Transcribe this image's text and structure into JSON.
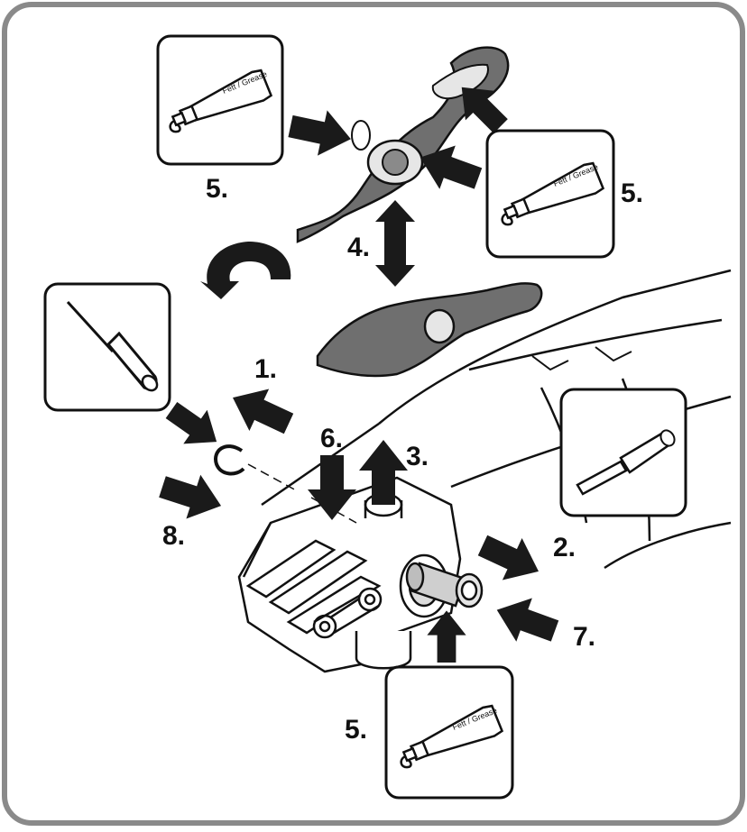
{
  "steps": [
    {
      "id": "step-1",
      "label": "1."
    },
    {
      "id": "step-2",
      "label": "2."
    },
    {
      "id": "step-3",
      "label": "3."
    },
    {
      "id": "step-4",
      "label": "4."
    },
    {
      "id": "step-5-top-left",
      "label": "5."
    },
    {
      "id": "step-5-top-right",
      "label": "5."
    },
    {
      "id": "step-5-bottom",
      "label": "5."
    },
    {
      "id": "step-6",
      "label": "6."
    },
    {
      "id": "step-7",
      "label": "7."
    },
    {
      "id": "step-8",
      "label": "8."
    }
  ],
  "grease_tube_text": "Fett / Grease",
  "colors": {
    "outline": "#111111",
    "arrow": "#1a1a1a",
    "part_fill": "#6f6f6f",
    "frame": "#8a8a8a",
    "background": "#ffffff"
  },
  "icons": [
    "grease-tube-icon",
    "screwdriver-icon",
    "hex-key-icon"
  ]
}
